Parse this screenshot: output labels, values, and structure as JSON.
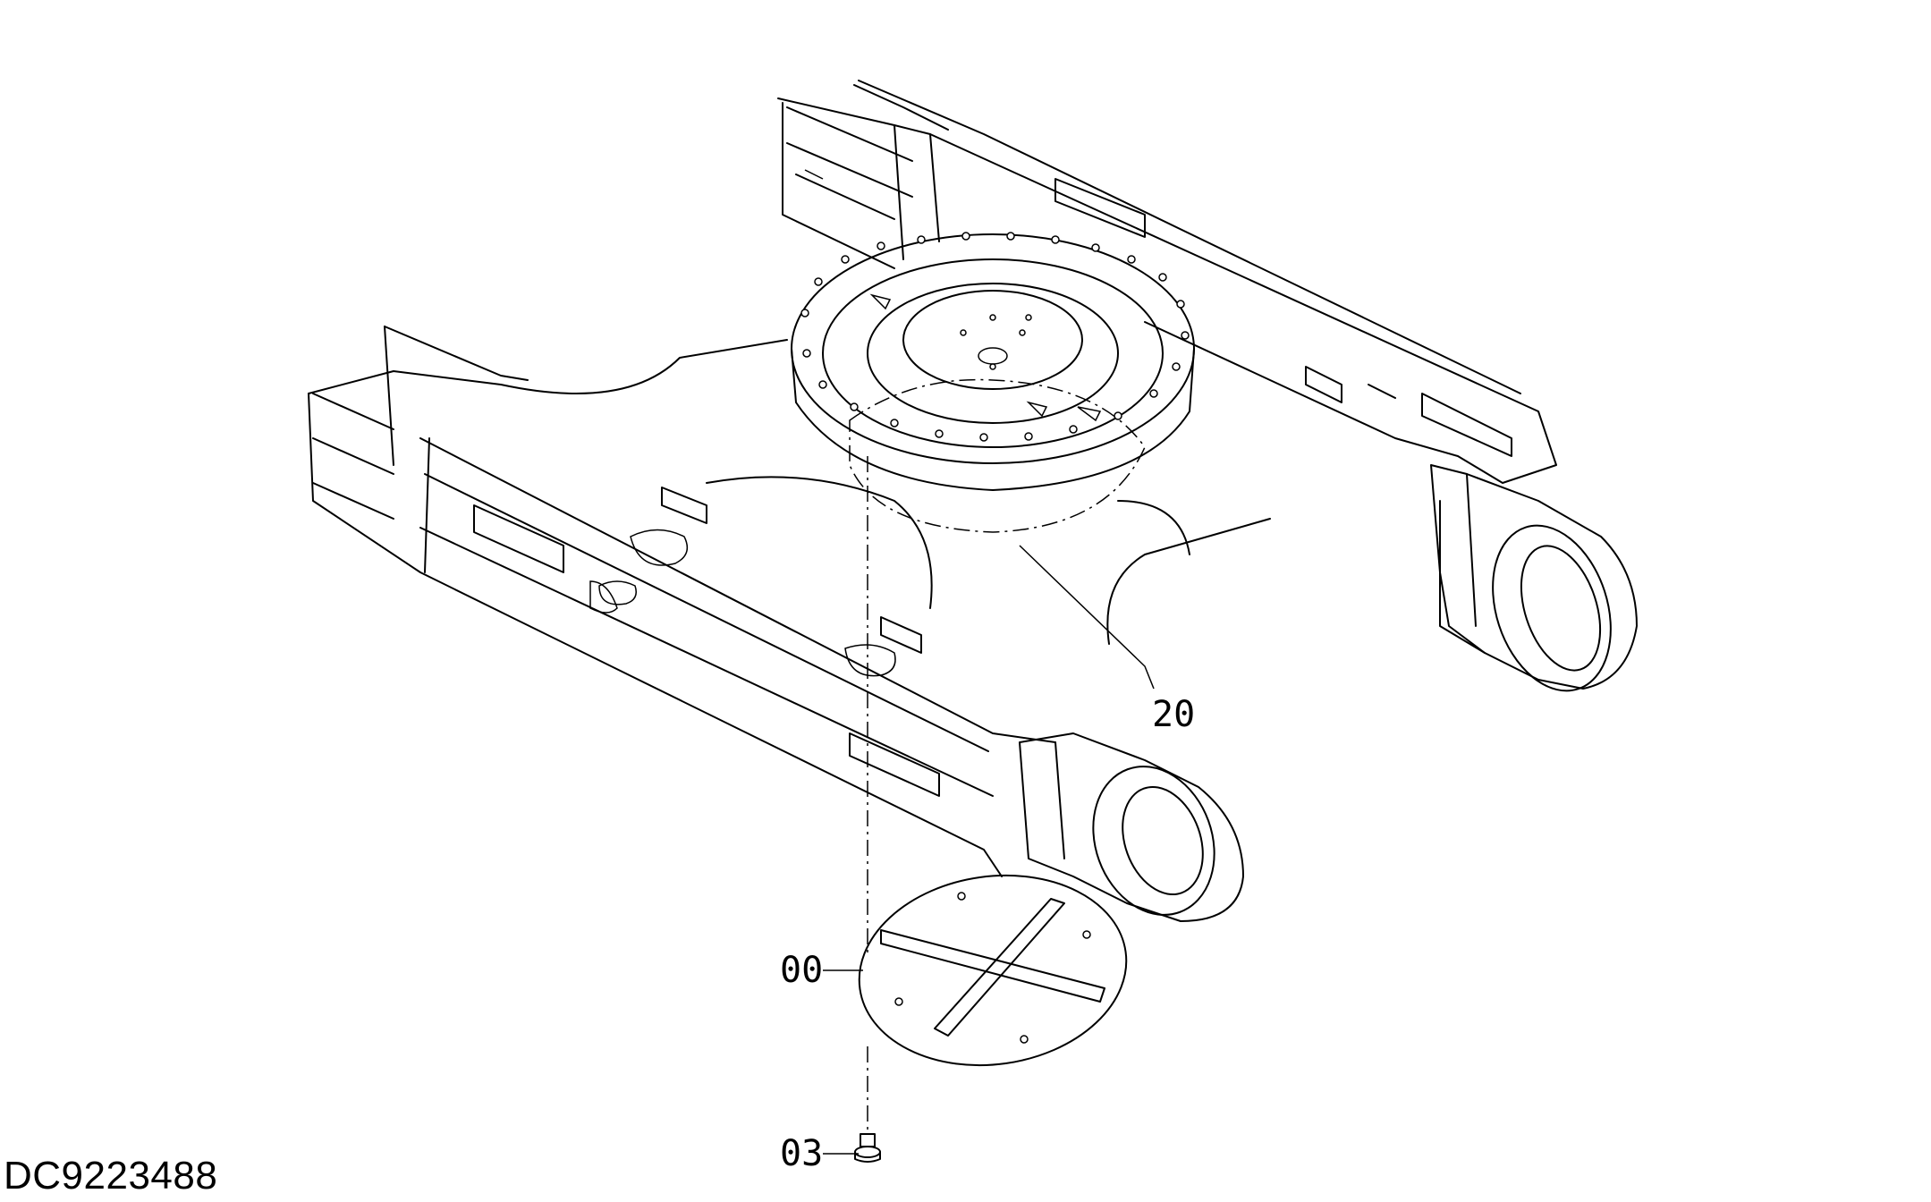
{
  "diagram": {
    "callouts": [
      {
        "id": "callout-20",
        "text": "20"
      },
      {
        "id": "callout-00",
        "text": "00"
      },
      {
        "id": "callout-03",
        "text": "03"
      }
    ],
    "document_id": "DC9223488"
  }
}
